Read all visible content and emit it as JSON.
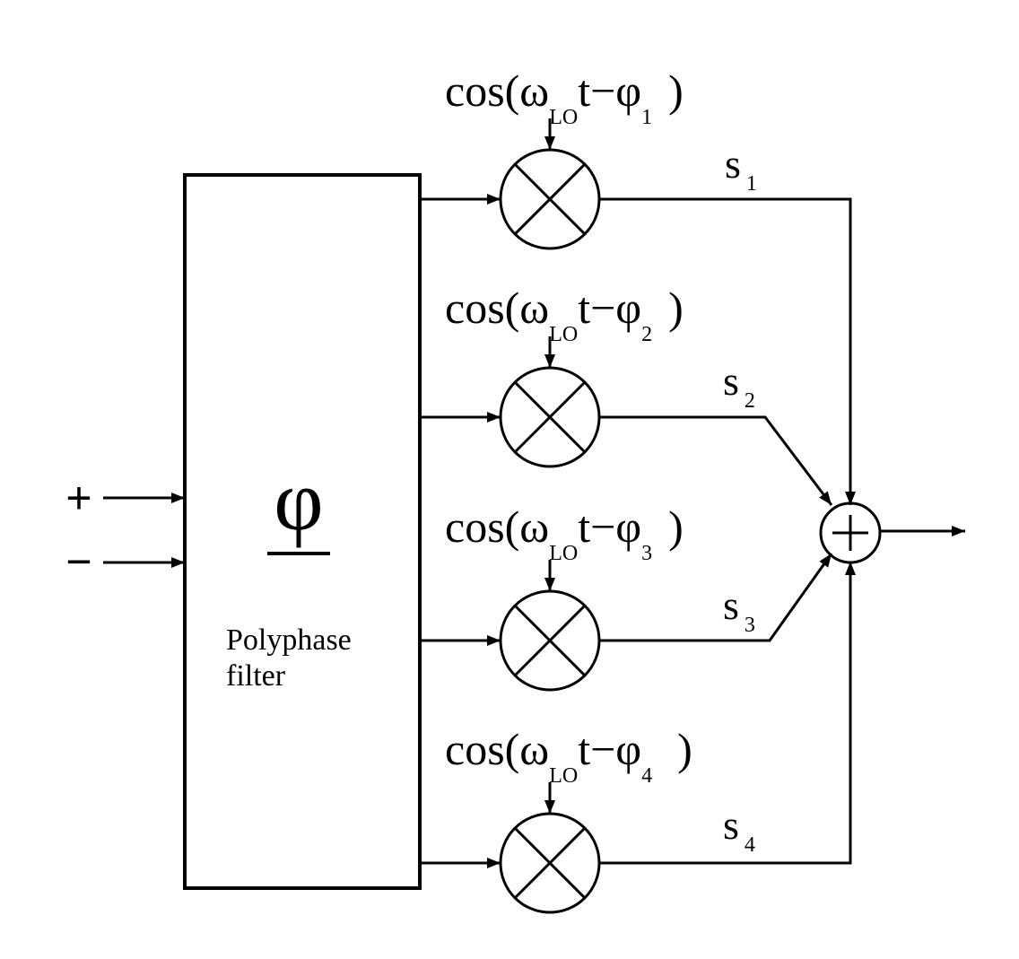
{
  "inputs": {
    "plus": "+",
    "minus": "−"
  },
  "filter": {
    "symbol": "φ",
    "line1": "Polyphase",
    "line2": "filter"
  },
  "lo_signals": [
    {
      "prefix": "cos(ω",
      "sub_lo": "LO",
      "mid": "t−φ",
      "sub_idx": "1",
      "suffix": ")"
    },
    {
      "prefix": "cos(ω",
      "sub_lo": "LO",
      "mid": "t−φ",
      "sub_idx": "2",
      "suffix": ")"
    },
    {
      "prefix": "cos(ω",
      "sub_lo": "LO",
      "mid": "t−φ",
      "sub_idx": "3",
      "suffix": ")"
    },
    {
      "prefix": "cos(ω",
      "sub_lo": "LO",
      "mid": "t−φ",
      "sub_idx": "4",
      "suffix": ")"
    }
  ],
  "signals": [
    {
      "name": "s",
      "sub": "1"
    },
    {
      "name": "s",
      "sub": "2"
    },
    {
      "name": "s",
      "sub": "3"
    },
    {
      "name": "s",
      "sub": "4"
    }
  ],
  "summer": {
    "symbol": "+"
  }
}
